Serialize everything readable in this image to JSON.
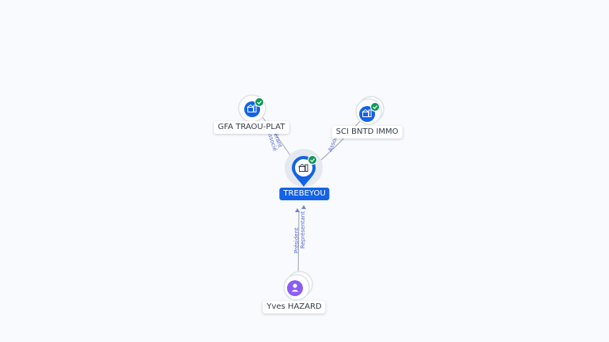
{
  "colors": {
    "accent": "#1462e6",
    "check": "#12975a",
    "person": "#8b5cf6",
    "edge_label": "#5b67d8",
    "edge": "#9aa3b2"
  },
  "nodes": {
    "center": {
      "label": "TREBEYOU",
      "icon": "building-icon",
      "status": "verified-check-icon"
    },
    "gfa": {
      "label": "GFA TRAOU-PLAT",
      "icon": "building-icon",
      "status": "verified-check-icon"
    },
    "sci": {
      "label": "SCI BNTD IMMO",
      "icon": "building-icon",
      "status": "verified-check-icon"
    },
    "person": {
      "label": "Yves HAZARD",
      "icon": "person-icon"
    }
  },
  "edges": {
    "gfa_center": {
      "label_1": "Gérant",
      "label_2": "Associé"
    },
    "sci_center": {
      "label_1": "Associé"
    },
    "person_center": {
      "label_1": "Président",
      "label_2": "Représentant"
    }
  }
}
